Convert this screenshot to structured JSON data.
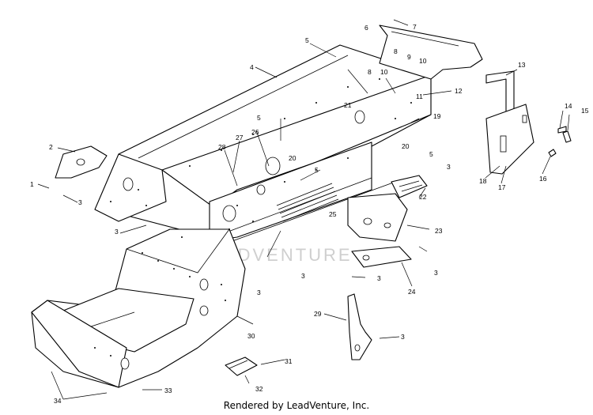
{
  "diagram": {
    "watermark": "LEADVENTURE",
    "footer": "Rendered by LeadVenture, Inc.",
    "callouts": [
      "1",
      "2",
      "3",
      "4",
      "5",
      "6",
      "7",
      "8",
      "9",
      "10",
      "11",
      "12",
      "13",
      "14",
      "15",
      "16",
      "17",
      "18",
      "19",
      "20",
      "21",
      "22",
      "23",
      "24",
      "25",
      "26",
      "27",
      "28",
      "29",
      "30",
      "31",
      "32",
      "33",
      "34"
    ]
  }
}
